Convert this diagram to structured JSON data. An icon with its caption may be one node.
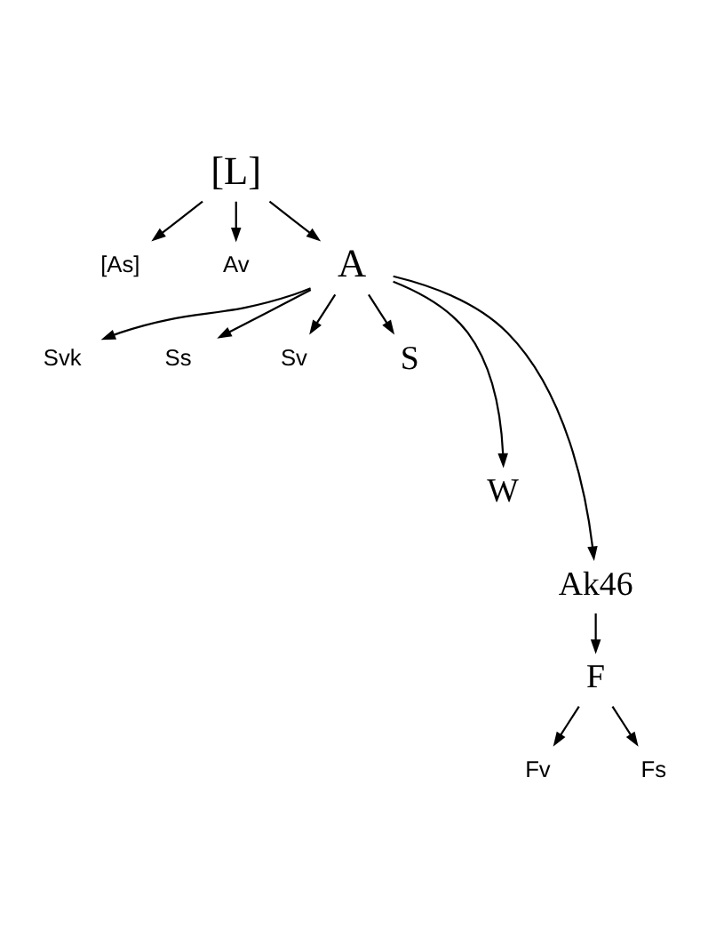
{
  "diagram": {
    "nodes": [
      {
        "text": [
          "[L]"
        ]
      },
      {
        "text": [
          "[As]"
        ]
      },
      {
        "text": [
          "Av"
        ]
      },
      {
        "text": [
          "A"
        ]
      },
      {
        "text": [
          "Svk"
        ]
      },
      {
        "text": [
          "Ss"
        ]
      },
      {
        "text": [
          "Sv"
        ]
      },
      {
        "text": [
          "S"
        ]
      },
      {
        "text": [
          "W"
        ]
      },
      {
        "text": [
          "Ak46"
        ]
      },
      {
        "text": [
          "F"
        ]
      },
      {
        "text": [
          "Fv"
        ]
      },
      {
        "text": [
          "Fs"
        ]
      }
    ],
    "edges": [
      {
        "from": 0,
        "to": 1,
        "arrow": "to"
      },
      {
        "from": 0,
        "to": 2,
        "arrow": "to"
      },
      {
        "from": 0,
        "to": 3,
        "arrow": "to"
      },
      {
        "from": 3,
        "to": 4,
        "arrow": "to"
      },
      {
        "from": 3,
        "to": 5,
        "arrow": "to"
      },
      {
        "from": 3,
        "to": 6,
        "arrow": "to"
      },
      {
        "from": 3,
        "to": 7,
        "arrow": "to"
      },
      {
        "from": 3,
        "to": 8,
        "arrow": "to"
      },
      {
        "from": 3,
        "to": 9,
        "arrow": "to"
      },
      {
        "from": 9,
        "to": 10,
        "arrow": "to"
      },
      {
        "from": 10,
        "to": 11,
        "arrow": "to"
      },
      {
        "from": 10,
        "to": 12,
        "arrow": "to"
      }
    ]
  }
}
